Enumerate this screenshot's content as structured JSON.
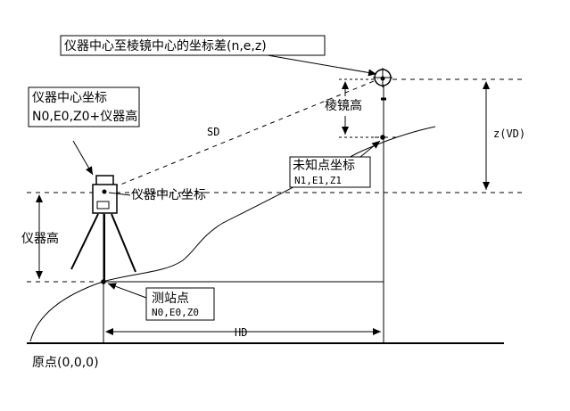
{
  "labels": {
    "title_box": "仪器中心至棱镜中心的坐标差(n,e,z)",
    "instrument_coord_title": "仪器中心坐标",
    "instrument_coord_value": "N0,E0,Z0+仪器高",
    "instrument_center": "仪器中心坐标",
    "instrument_height": "仪器高",
    "prism_height": "棱镜高",
    "unknown_title": "未知点坐标",
    "unknown_value": "N1,E1,Z1",
    "station_title": "测站点",
    "station_value": "N0,E0,Z0",
    "sd": "SD",
    "hd": "HD",
    "zvd": "z(VD)",
    "origin": "原点(0,0,0)"
  }
}
